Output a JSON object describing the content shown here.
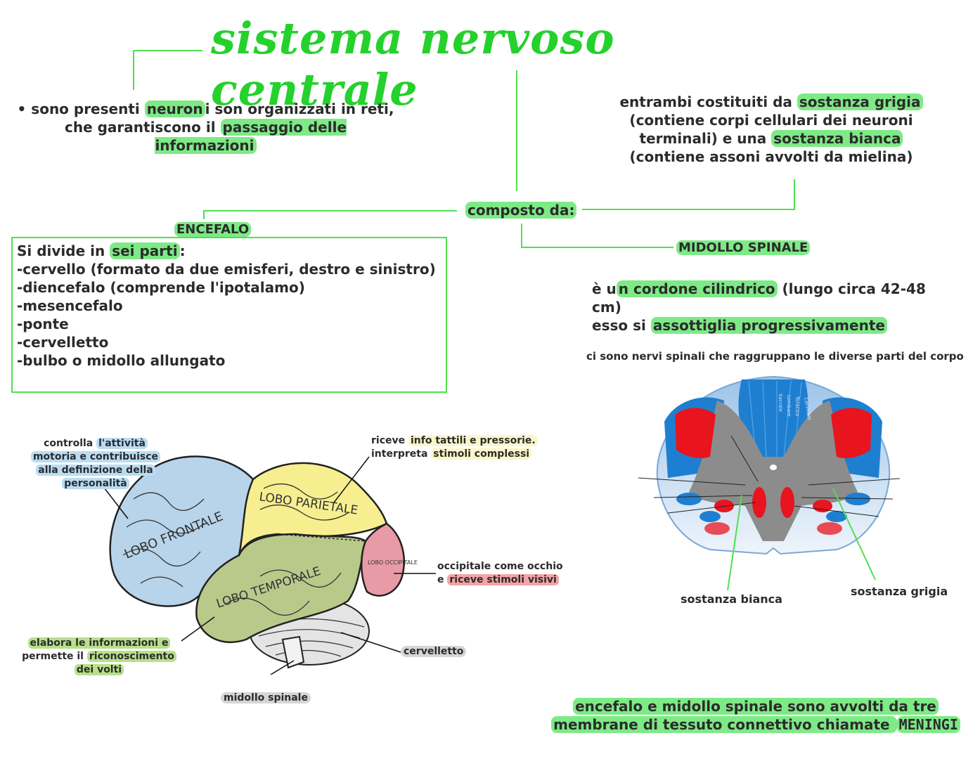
{
  "title": "sistema nervoso centrale",
  "neuroni_text": {
    "pre": "• sono presenti ",
    "hl1": "neuron",
    "mid": "i son organizzati in reti, che garantiscono il ",
    "hl2": "passaggio delle informazioni"
  },
  "sostanze_text": {
    "pre": "entrambi costituiti da ",
    "hl1": "sostanza grigia",
    "mid": " (contiene corpi cellulari dei neuroni terminali) e una ",
    "hl2": "sostanza bianca",
    "post": " (contiene assoni avvolti da mielina)"
  },
  "composto_label": "composto da:",
  "encefalo_label": "ENCEFALO",
  "midollo_label": "MIDOLLO SPINALE",
  "encefalo_box": {
    "intro_pre": "Si divide in ",
    "intro_hl": "sei parti",
    "intro_post": ":",
    "items": [
      "-cervello (formato da due emisferi, destro e sinistro)",
      "-diencefalo (comprende l'ipotalamo)",
      "-mesencefalo",
      "-ponte",
      "-cervelletto",
      "-bulbo o midollo allungato"
    ]
  },
  "midollo_desc": {
    "l1_pre": "è u",
    "l1_hl": "n cordone cilindrico",
    "l1_post": " (lungo circa 42-48 cm)",
    "l2_pre": "esso si ",
    "l2_hl": "assottiglia progressivamente"
  },
  "nervi_text": "ci sono nervi spinali che raggruppano le diverse parti del corpo",
  "brain": {
    "frontale": "LOBO FRONTALE",
    "parietale": "LOBO PARIETALE",
    "temporale": "LOBO TEMPORALE",
    "occipitale": "LOBO OCCIPITALE",
    "frontale_note": {
      "pre": "controlla ",
      "hl_a": "l'attività",
      "hl_b": "motoria e contribuisce",
      "hl_c": "alla definizione della",
      "hl_d": "personalità"
    },
    "parietale_note": {
      "l1_pre": "riceve ",
      "l1_hl": "info tattili e pressorie.",
      "l2_pre": "interpreta ",
      "l2_hl": "stimoli complessi"
    },
    "occipitale_note": {
      "l1": "occipitale come occhio",
      "l2_pre": "e ",
      "l2_hl": "riceve stimoli visivi"
    },
    "temporale_note": {
      "l1_hl": "elabora le informazioni e",
      "l2_pre": "permette il ",
      "l2_hl": "riconoscimento",
      "l3_hl": "dei volti"
    },
    "cervelletto": "cervelletto",
    "midollo_spinale": "midollo spinale"
  },
  "spinal": {
    "bianca": "sostanza bianca",
    "grigia": "sostanza grigia",
    "small_labels": [
      "Sacrale",
      "Lombare",
      "Toracico",
      "Cervicale"
    ]
  },
  "meningi": {
    "l1": "encefalo e midollo spinale sono avvolti da tre",
    "l2_pre": "membrane di tessuto connettivo chiamate ",
    "l2_em": "MENINGI"
  },
  "colors": {
    "accent_green": "#25d12c",
    "highlight_green": "#7dea86",
    "frontal_blue": "#b8d4ea",
    "parietal_yellow": "#f7ef8f",
    "temporal_green": "#b9c98a",
    "occipital_pink": "#e99aa7",
    "spinal_blue": "#1e7fd0",
    "spinal_red": "#e8141e"
  }
}
